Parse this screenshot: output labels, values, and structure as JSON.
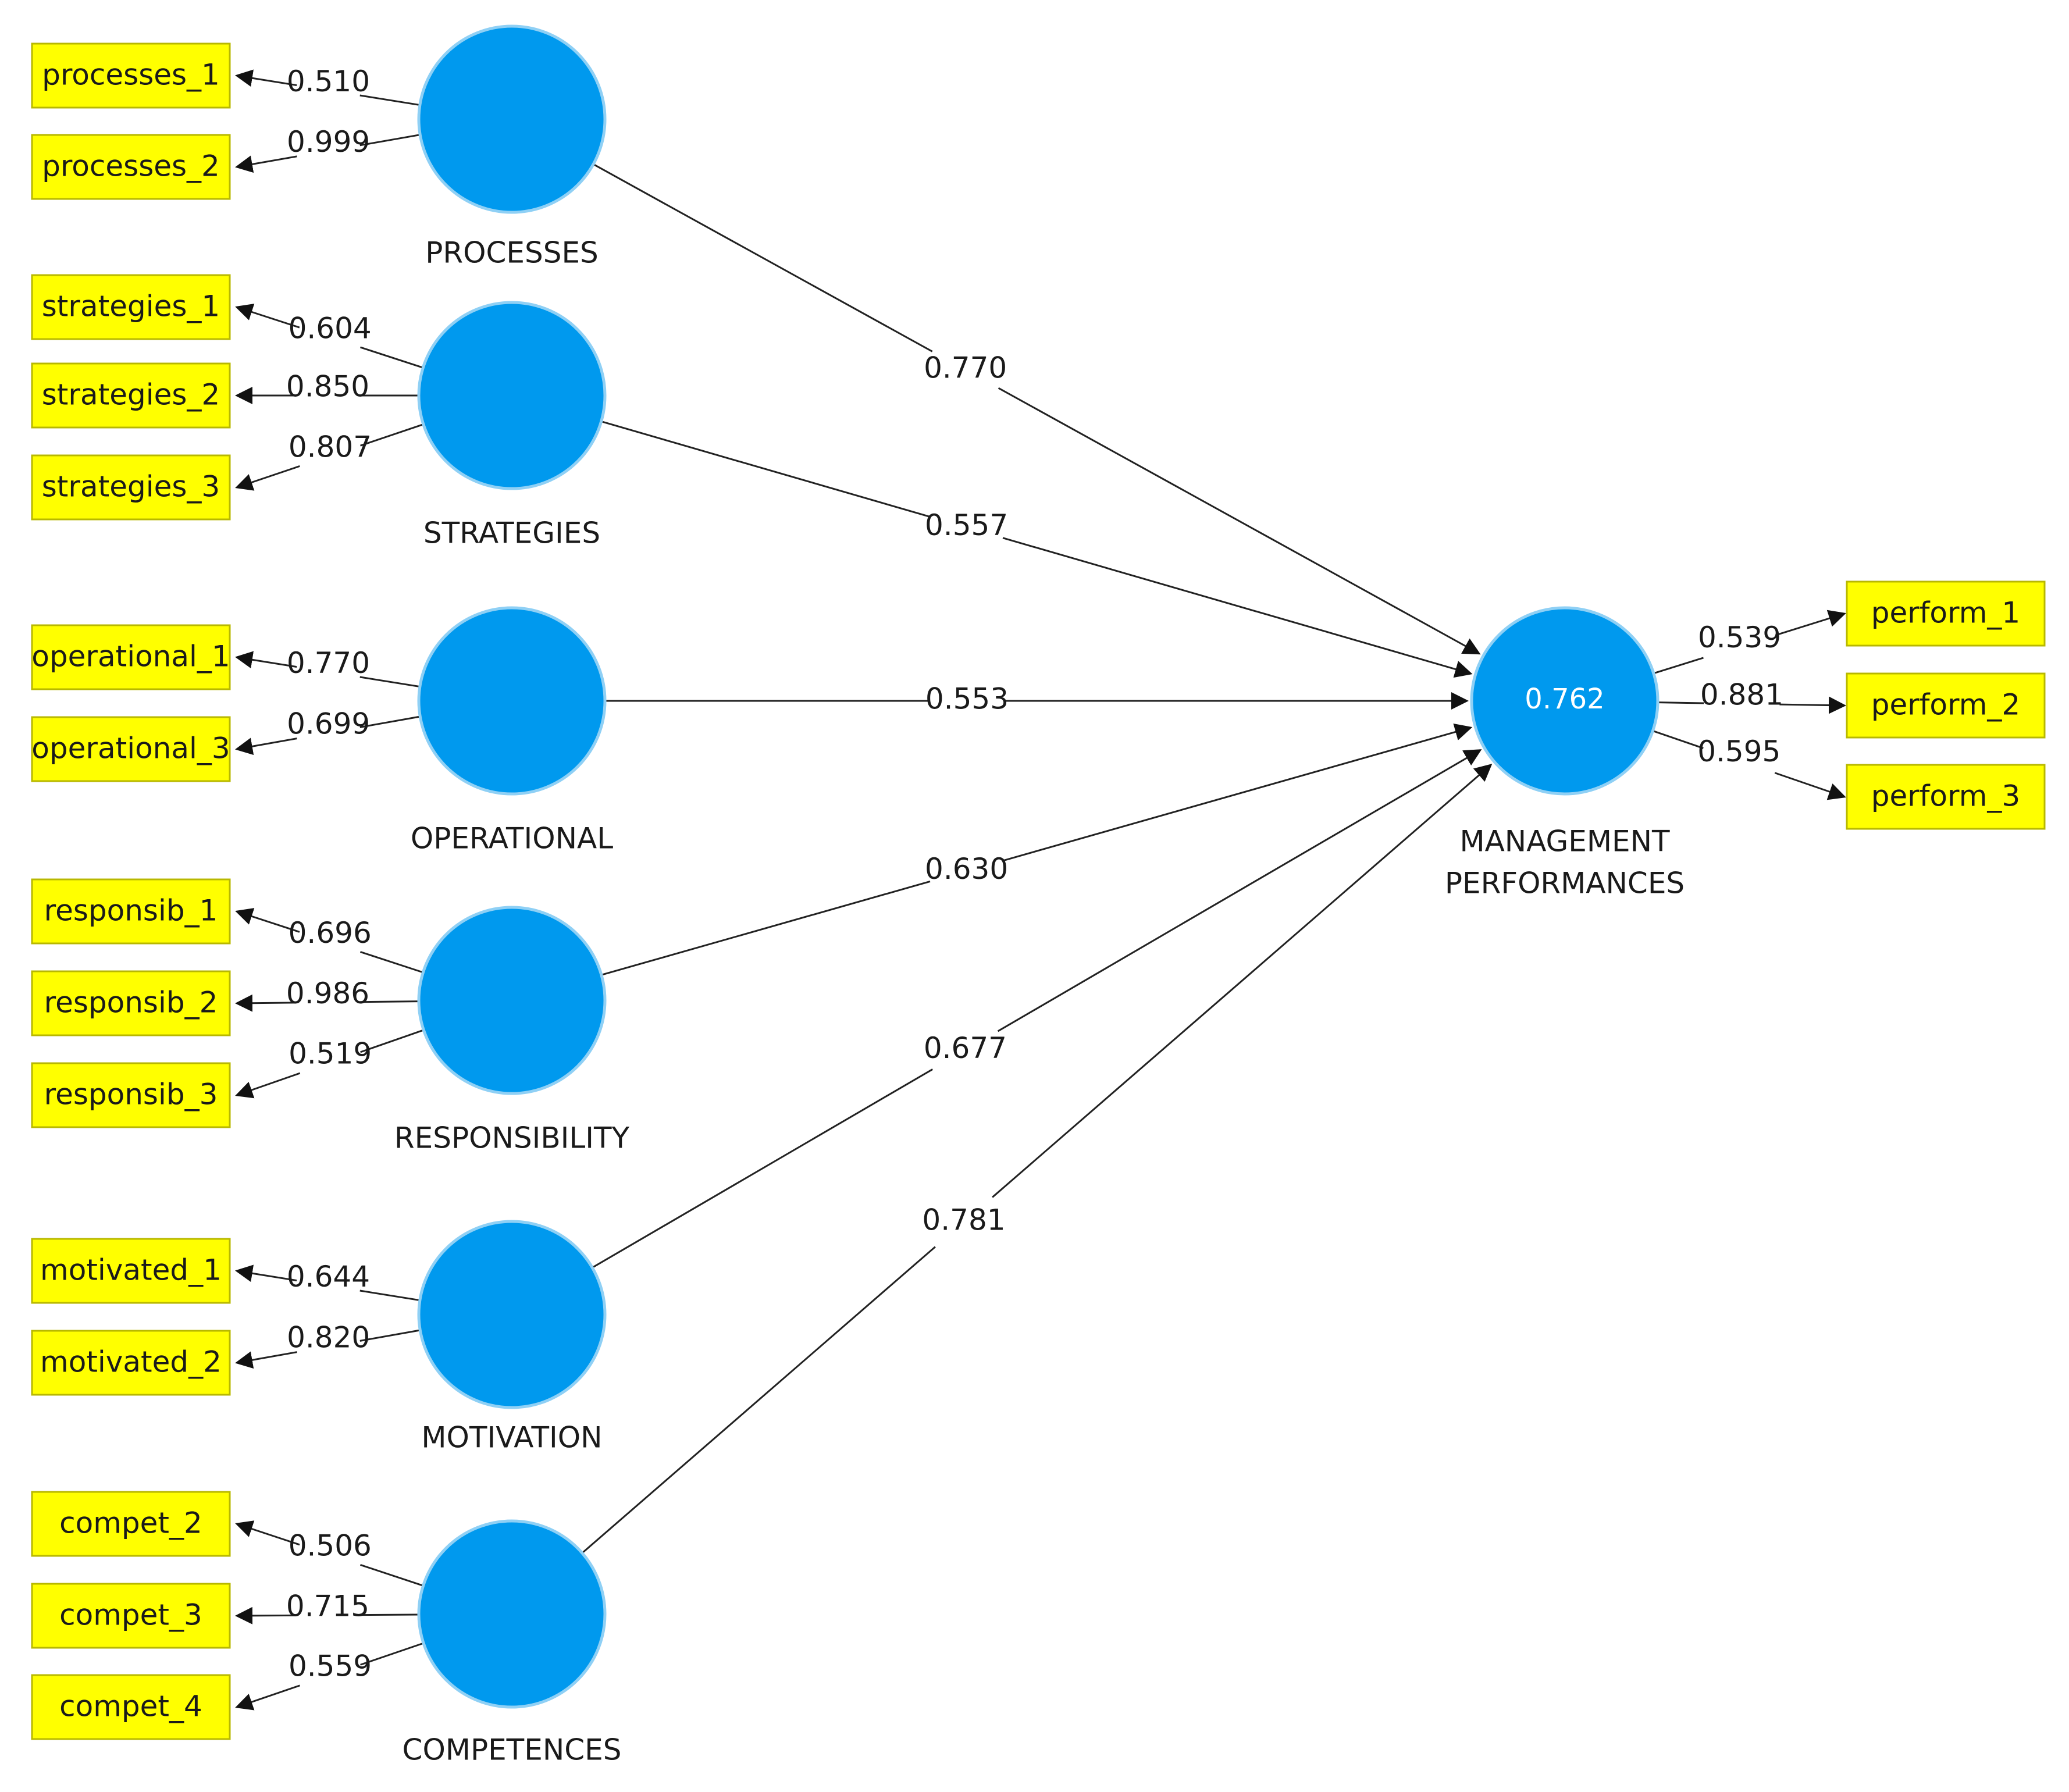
{
  "constructs": [
    {
      "key": "processes",
      "label": "PROCESSES",
      "indicators": [
        {
          "label": "processes_1",
          "loading": "0.510"
        },
        {
          "label": "processes_2",
          "loading": "0.999"
        }
      ],
      "path_coefficient": "0.770"
    },
    {
      "key": "strategies",
      "label": "STRATEGIES",
      "indicators": [
        {
          "label": "strategies_1",
          "loading": "0.604"
        },
        {
          "label": "strategies_2",
          "loading": "0.850"
        },
        {
          "label": "strategies_3",
          "loading": "0.807"
        }
      ],
      "path_coefficient": "0.557"
    },
    {
      "key": "operational",
      "label": "OPERATIONAL",
      "indicators": [
        {
          "label": "operational_1",
          "loading": "0.770"
        },
        {
          "label": "operational_3",
          "loading": "0.699"
        }
      ],
      "path_coefficient": "0.553"
    },
    {
      "key": "responsibility",
      "label": "RESPONSIBILITY",
      "indicators": [
        {
          "label": "responsib_1",
          "loading": "0.696"
        },
        {
          "label": "responsib_2",
          "loading": "0.986"
        },
        {
          "label": "responsib_3",
          "loading": "0.519"
        }
      ],
      "path_coefficient": "0.630"
    },
    {
      "key": "motivation",
      "label": "MOTIVATION",
      "indicators": [
        {
          "label": "motivated_1",
          "loading": "0.644"
        },
        {
          "label": "motivated_2",
          "loading": "0.820"
        }
      ],
      "path_coefficient": "0.677"
    },
    {
      "key": "competences",
      "label": "COMPETENCES",
      "indicators": [
        {
          "label": "compet_2",
          "loading": "0.506"
        },
        {
          "label": "compet_3",
          "loading": "0.715"
        },
        {
          "label": "compet_4",
          "loading": "0.559"
        }
      ],
      "path_coefficient": "0.781"
    }
  ],
  "target": {
    "label_line1": "MANAGEMENT",
    "label_line2": "PERFORMANCES",
    "r_squared": "0.762",
    "indicators": [
      {
        "label": "perform_1",
        "loading": "0.539"
      },
      {
        "label": "perform_2",
        "loading": "0.881"
      },
      {
        "label": "perform_3",
        "loading": "0.595"
      }
    ]
  },
  "colors": {
    "latent_fill": "#0099ee",
    "indicator_fill": "#ffff00"
  }
}
